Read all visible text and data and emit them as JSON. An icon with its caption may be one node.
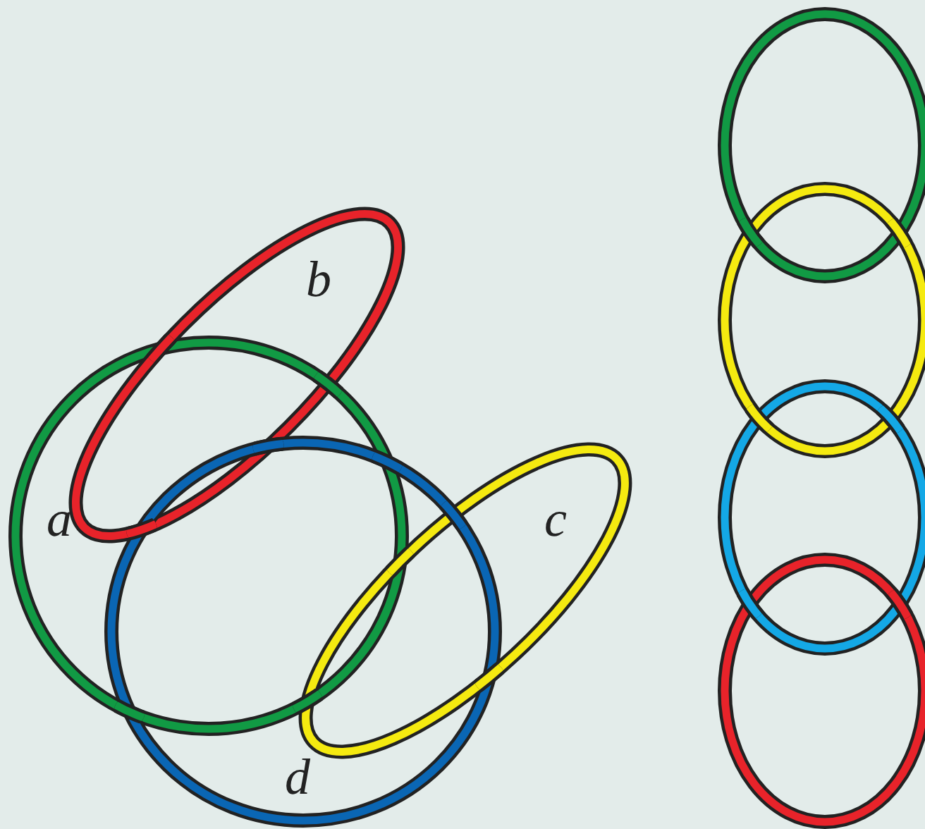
{
  "diagram": {
    "labels": [
      "b",
      "a",
      "c",
      "d"
    ]
  }
}
